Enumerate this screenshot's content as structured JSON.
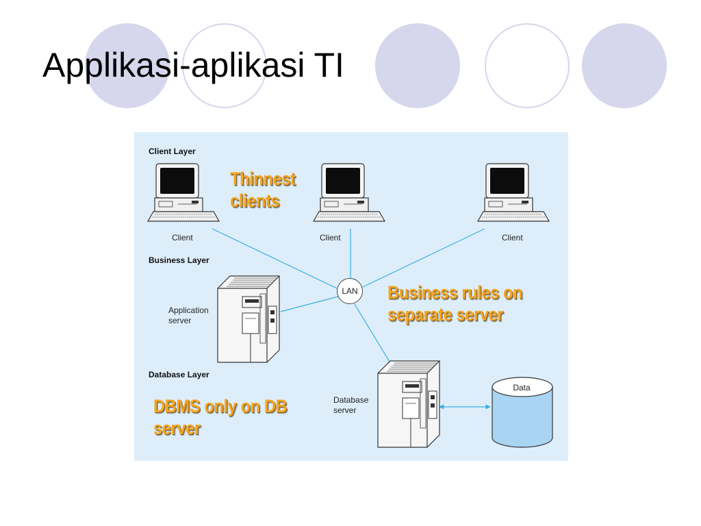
{
  "slide": {
    "title": "Applikasi-aplikasi TI"
  },
  "layers": {
    "client": "Client Layer",
    "business": "Business Layer",
    "database": "Database Layer"
  },
  "nodes": {
    "client": "Client",
    "lan": "LAN",
    "app_server_l1": "Application",
    "app_server_l2": "server",
    "db_server_l1": "Database",
    "db_server_l2": "server",
    "data": "Data"
  },
  "callouts": {
    "thin_l1": "Thinnest",
    "thin_l2": "clients",
    "business_l1": "Business rules on",
    "business_l2": "separate server",
    "dbms_l1": "DBMS only on DB",
    "dbms_l2": "server"
  },
  "colors": {
    "decor": "#d6d6ec",
    "diagram_bg": "#ddeefa",
    "links": "#3aaee0",
    "callout": "#f5a623",
    "cylinder": "#a9d4f2"
  },
  "icons": [
    "computer-icon",
    "server-icon",
    "database-cylinder-icon"
  ]
}
